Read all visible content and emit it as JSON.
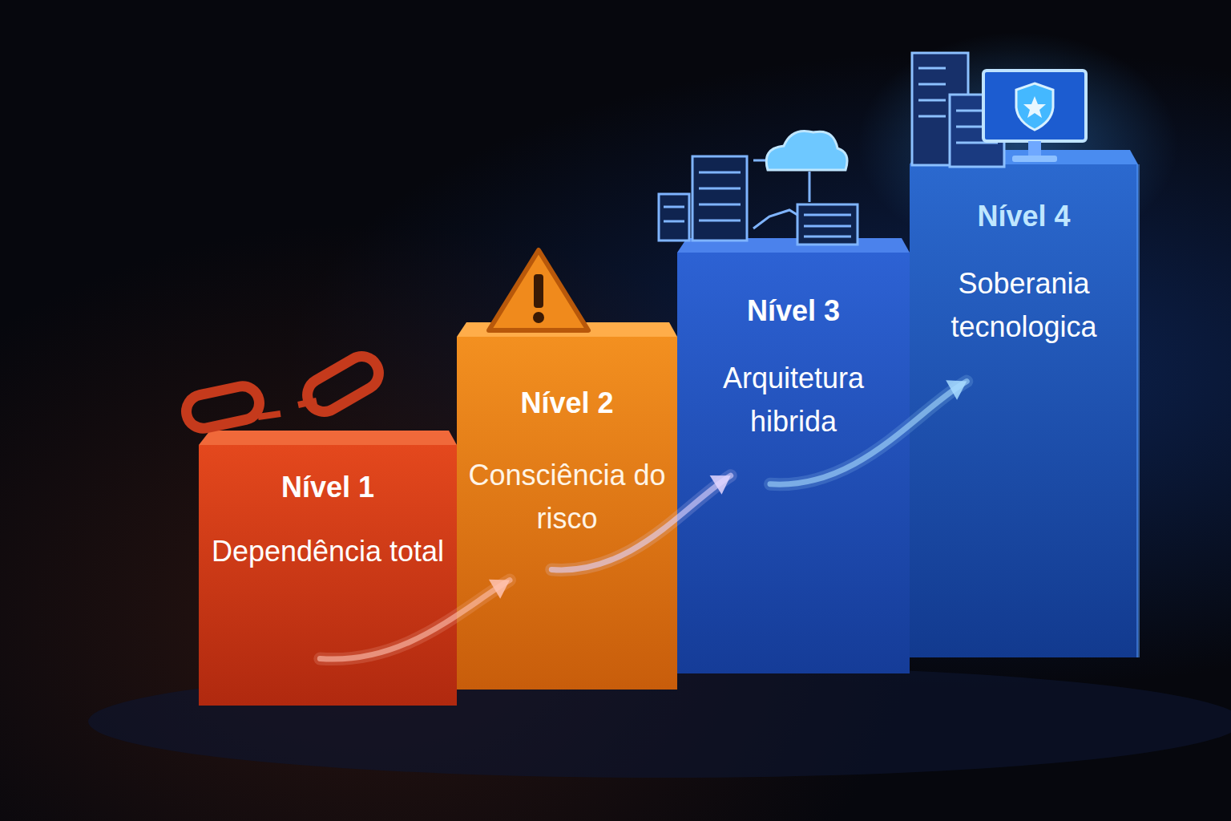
{
  "diagram": {
    "nodes": [
      {
        "text": [
          "Nível 1",
          "Dependência total"
        ]
      },
      {
        "text": [
          "Nível 2",
          "Consciência do risco"
        ]
      },
      {
        "text": [
          "Nível 3",
          "Arquitetura hibrida"
        ]
      },
      {
        "text": [
          "Nível 4",
          "Soberania tecnologica"
        ]
      }
    ],
    "edges": [
      {
        "from": 0,
        "to": 1,
        "arrow": "to"
      },
      {
        "from": 1,
        "to": 2,
        "arrow": "to"
      },
      {
        "from": 2,
        "to": 3,
        "arrow": "to"
      }
    ]
  }
}
